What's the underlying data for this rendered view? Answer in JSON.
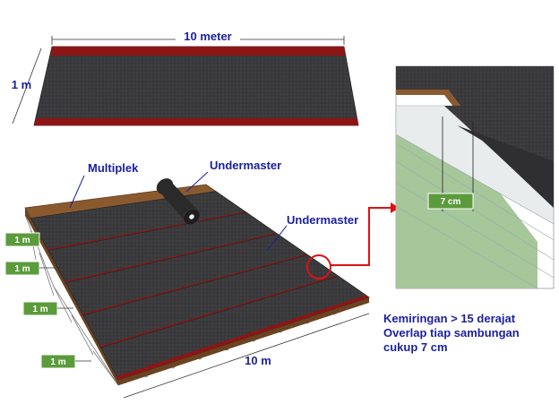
{
  "top_sheet": {
    "length_label": "10 meter",
    "width_label": "1 m"
  },
  "roof": {
    "label_multiplek": "Multiplek",
    "label_undermaster_roll": "Undermaster",
    "label_undermaster_sheet": "Undermaster",
    "length_label": "10 m",
    "row_tags": [
      "1 m",
      "1 m",
      "1 m",
      "1 m"
    ]
  },
  "detail": {
    "overlap_tag": "7 cm"
  },
  "notes": {
    "line1": "Kemiringan > 15 derajat",
    "line2": "Overlap tiap sambungan",
    "line3": "cukup 7 cm"
  },
  "colors": {
    "membrane": "#3a3a3c",
    "red_edge": "#8e1515",
    "wood": "#8a5a2e",
    "label_blue": "#1b1f9e",
    "tag_green": "#5b9b3b",
    "callout_red": "#e01010"
  }
}
